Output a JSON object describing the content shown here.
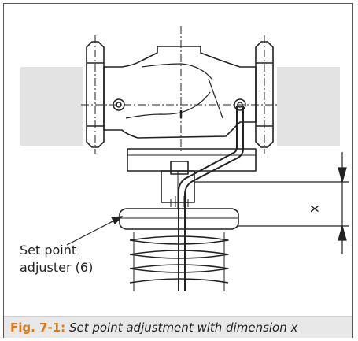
{
  "figure": {
    "callout_line1": "Set point",
    "callout_line2": "adjuster (6)",
    "dimension_label": "x",
    "caption_prefix": "Fig. 7-1:",
    "caption_text": "Set point adjustment with dimension x"
  },
  "colors": {
    "frame": "#555555",
    "line": "#222222",
    "shade": "#e3e3e3",
    "caption_bg": "#e8e8e8",
    "caption_accent": "#e07a10"
  }
}
